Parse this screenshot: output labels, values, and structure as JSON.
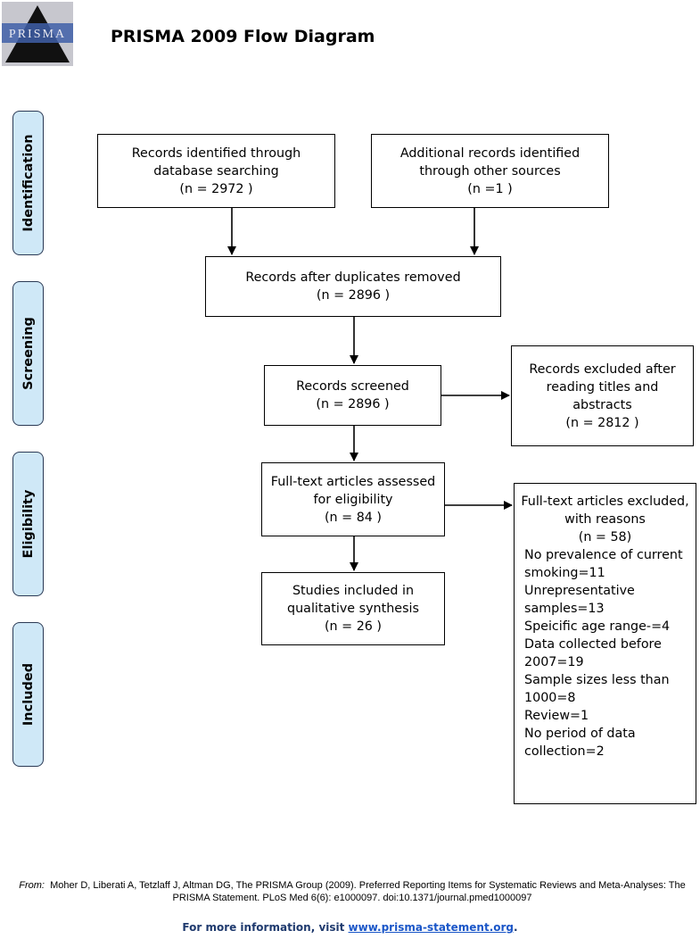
{
  "header": {
    "logo_text": "PRISMA",
    "title": "PRISMA 2009 Flow Diagram"
  },
  "stages": {
    "identification": "Identification",
    "screening": "Screening",
    "eligibility": "Eligibility",
    "included": "Included"
  },
  "boxes": {
    "database": {
      "line1": "Records identified through",
      "line2": "database searching",
      "line3": "(n = 2972  )"
    },
    "other": {
      "line1": "Additional records identified",
      "line2": "through other sources",
      "line3": "(n =1   )"
    },
    "dedup": {
      "line1": "Records after duplicates removed",
      "line2": "(n = 2896  )"
    },
    "screened": {
      "line1": "Records screened",
      "line2": "(n = 2896 )"
    },
    "excluded_screen": {
      "line1": "Records excluded after",
      "line2": "reading titles and",
      "line3": "abstracts",
      "line4": "(n =  2812 )"
    },
    "fulltext": {
      "line1": "Full-text articles assessed",
      "line2": "for eligibility",
      "line3": "(n = 84  )"
    },
    "excluded_fulltext": {
      "line1": "Full-text articles excluded,",
      "line2": "with reasons",
      "line3": "(n =   58)",
      "reasons": [
        "No prevalence of current",
        "smoking=11",
        "Unrepresentative",
        "samples=13",
        "Speicific age range-=4",
        "Data collected before",
        "2007=19",
        "Sample sizes less than",
        "1000=8",
        "Review=1",
        "No period of data",
        "collection=2"
      ]
    },
    "included": {
      "line1": "Studies included in",
      "line2": "qualitative synthesis",
      "line3": "(n = 26  )"
    }
  },
  "footer": {
    "from_label": "From:",
    "citation_part1": "Moher D, Liberati A, Tetzlaff J, Altman DG, The PRISMA Group (2009). ",
    "citation_journal": "Preferred Reporting Items for Systematic Reviews and Meta-Analyses: The PRISMA Statement.",
    "citation_part2": " PLoS Med 6(6): e1000097. doi:10.1371/journal.pmed1000097",
    "more_info": "For more information, visit ",
    "link_text": "www.prisma-statement.org",
    "link_suffix": "."
  }
}
